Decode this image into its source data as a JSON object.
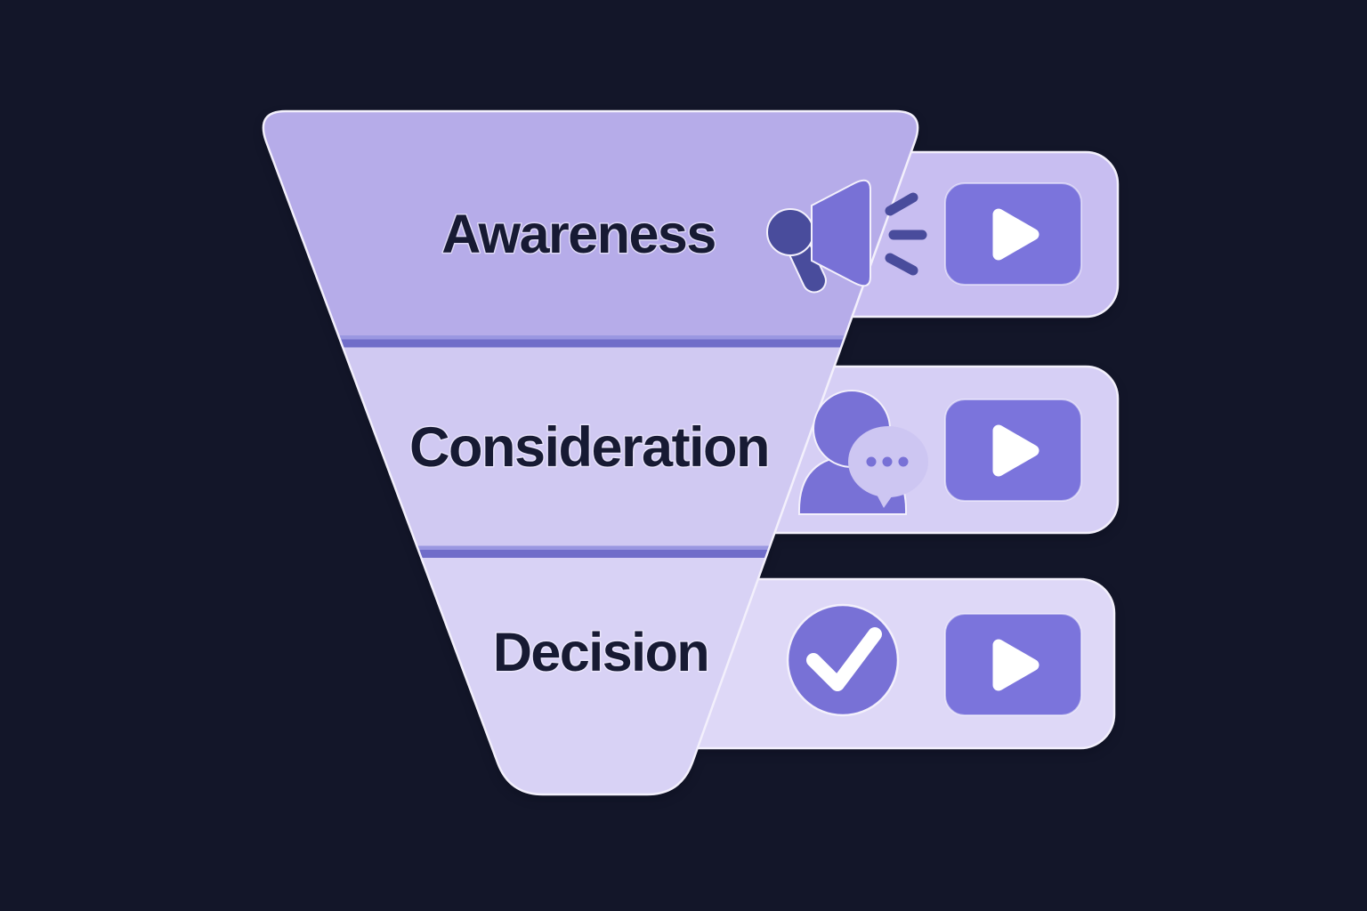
{
  "diagram": {
    "type": "marketing-funnel",
    "stages": [
      {
        "label": "Awareness",
        "stage_icon": "megaphone-icon",
        "action_icon": "video-play-button"
      },
      {
        "label": "Consideration",
        "stage_icon": "person-chat-icon",
        "action_icon": "video-play-button"
      },
      {
        "label": "Decision",
        "stage_icon": "check-circle-icon",
        "action_icon": "video-play-button"
      }
    ]
  },
  "colors": {
    "background": "#131629",
    "funnel_top_section": "#b6ace9",
    "funnel_middle_section": "#d0c9f2",
    "funnel_bottom_section": "#d8d2f5",
    "tab_top": "#c8bef1",
    "tab_middle": "#d6cff5",
    "tab_bottom": "#ded8f7",
    "divider": "#706dc9",
    "divider_highlight": "#9a97e1",
    "icon_purple": "#7871d6",
    "play_button": "#7b74dc",
    "icon_dark": "#494c9c",
    "speech_bubble": "#cdc6f2",
    "label_text": "#171a33",
    "outline": "#f3f0fc",
    "white": "#ffffff"
  }
}
